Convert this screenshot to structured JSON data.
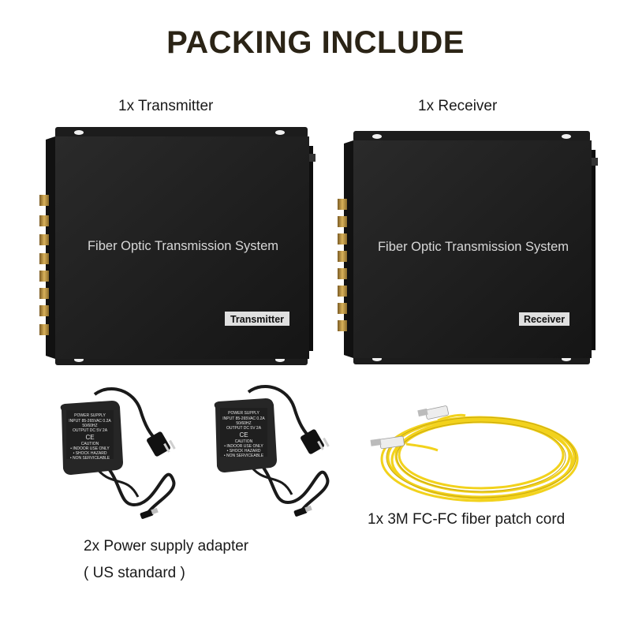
{
  "title": "PACKING INCLUDE",
  "items": {
    "transmitter": {
      "caption": "1x Transmitter",
      "panel_text": "Fiber Optic Transmission System",
      "tag": "Transmitter"
    },
    "receiver": {
      "caption": "1x Receiver",
      "panel_text": "Fiber Optic Transmission System",
      "tag": "Receiver"
    },
    "adapter": {
      "caption_line1": "2x Power supply adapter",
      "caption_line2": "( US standard )",
      "label_title": "POWER SUPPLY",
      "label_input": "INPUT  85-265VAC 0.2A",
      "label_freq": "50/60HZ",
      "label_output": "OUTPUT  DC 5V 2A",
      "label_caution": "CAUTION",
      "label_indoor": "• INDOOR USE ONLY",
      "label_shock": "• SHOCK HAZARD",
      "label_nonserv": "• NON SERVICEABLE"
    },
    "patch_cord": {
      "caption": "1x 3M FC-FC fiber patch cord"
    }
  },
  "colors": {
    "device_body": "#1e1e1e",
    "connector_gold": "#b8903a",
    "fiber_yellow": "#f2d21c",
    "adapter_body": "#262626"
  }
}
